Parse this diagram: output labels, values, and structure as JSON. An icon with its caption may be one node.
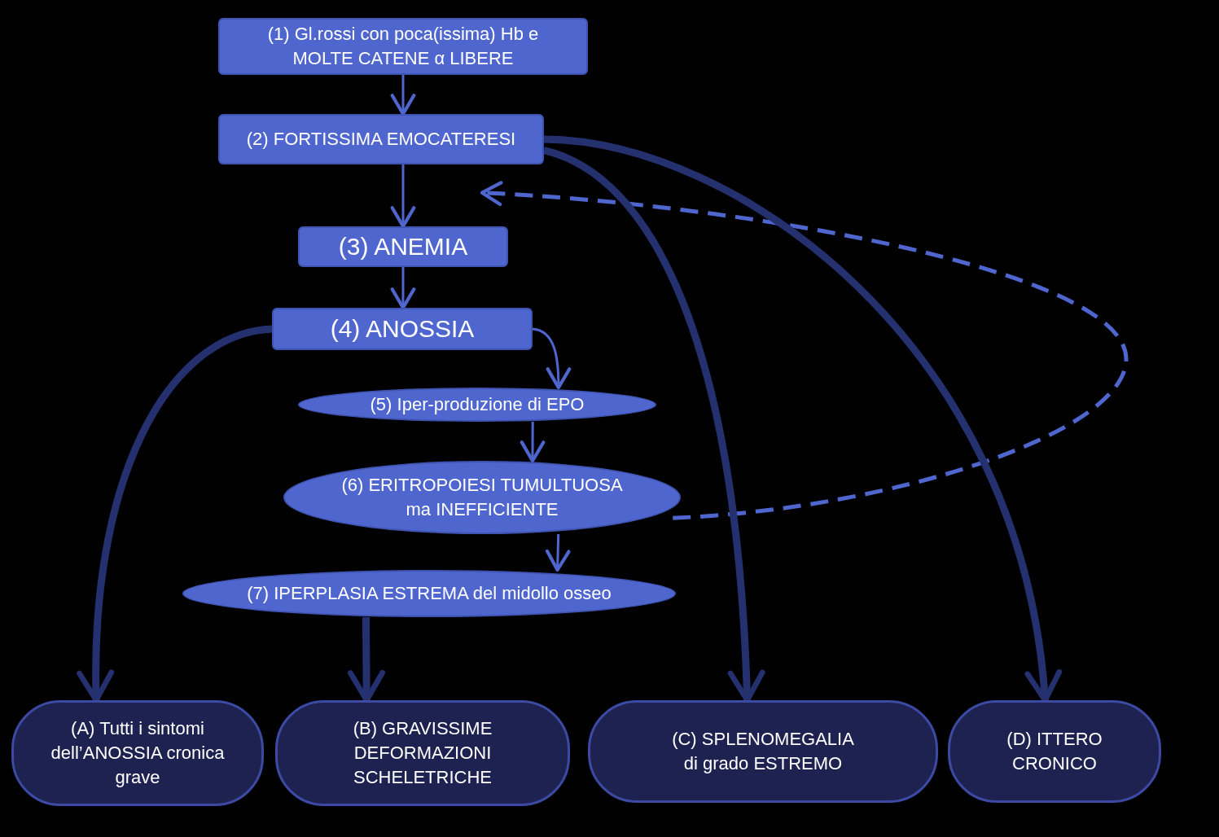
{
  "diagram": {
    "nodes": [
      {
        "text": [
          "(1) Gl.rossi con poca(issima) Hb e MOLTE CATENE α LIBERE"
        ]
      },
      {
        "text": [
          "(2) FORTISSIMA  EMOCATERESI"
        ]
      },
      {
        "text": [
          "(3) ANEMIA"
        ]
      },
      {
        "text": [
          "(4) ANOSSIA"
        ]
      },
      {
        "text": [
          "(5) Iper-produzione di EPO"
        ]
      },
      {
        "text": [
          "(6) ERITROPOIESI TUMULTUOSA ma INEFFICIENTE"
        ]
      },
      {
        "text": [
          "(7) IPERPLASIA ESTREMA del midollo osseo"
        ]
      },
      {
        "text": [
          "(A) Tutti i sintomi dell’ANOSSIA cronica grave"
        ]
      },
      {
        "text": [
          "(B) GRAVISSIME DEFORMAZIONI SCHELETRICHE"
        ]
      },
      {
        "text": [
          "(C) SPLENOMEGALIA di grado ESTREMO"
        ]
      },
      {
        "text": [
          "(D) ITTERO CRONICO"
        ]
      }
    ],
    "edges": [
      {
        "from": 0,
        "to": 1,
        "arrow": "to"
      },
      {
        "from": 1,
        "to": 2,
        "arrow": "to"
      },
      {
        "from": 2,
        "to": 3,
        "arrow": "to"
      },
      {
        "from": 3,
        "to": 4,
        "arrow": "to"
      },
      {
        "from": 4,
        "to": 5,
        "arrow": "to"
      },
      {
        "from": 5,
        "to": 6,
        "arrow": "to"
      },
      {
        "from": 5,
        "to": 1,
        "arrow": "to",
        "style": "dashed"
      },
      {
        "from": 3,
        "to": 7,
        "arrow": "to",
        "style": "thick",
        "color": "#25306f"
      },
      {
        "from": 6,
        "to": 8,
        "arrow": "to",
        "style": "thick",
        "color": "#25306f"
      },
      {
        "from": 1,
        "to": 9,
        "arrow": "to",
        "style": "thick",
        "color": "#25306f"
      },
      {
        "from": 1,
        "to": 10,
        "arrow": "to",
        "style": "thick",
        "color": "#25306f"
      }
    ]
  }
}
